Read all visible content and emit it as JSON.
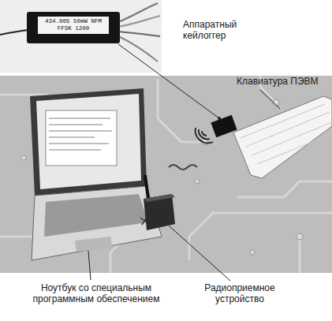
{
  "diagram": {
    "nodes": [
      {
        "text": [
          "434.005 50mW NFM FFSK 1200"
        ]
      }
    ],
    "labels": [
      "Аппаратный кейлоггер",
      "Клавиатура ПЭВМ",
      "Ноутбук со специальным программным обеспечением",
      "Радиоприемное устройство"
    ]
  }
}
